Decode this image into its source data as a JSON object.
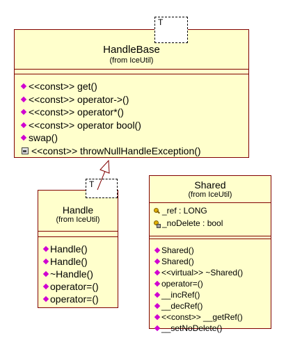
{
  "diagram": {
    "classes": {
      "handlebase": {
        "name": "HandleBase",
        "package": "(from IceUtil)",
        "template_param": "T",
        "operations": [
          {
            "icon": "operation-icon",
            "text": "<<const>> get()"
          },
          {
            "icon": "operation-icon",
            "text": "<<const>> operator->()"
          },
          {
            "icon": "operation-icon",
            "text": "<<const>> operator*()"
          },
          {
            "icon": "operation-icon",
            "text": "<<const>> operator bool()"
          },
          {
            "icon": "operation-icon",
            "text": "swap()"
          },
          {
            "icon": "protected-operation-icon",
            "text": "<<const>> throwNullHandleException()"
          }
        ]
      },
      "handle": {
        "name": "Handle",
        "package": "(from IceUtil)",
        "template_param": "T",
        "operations": [
          {
            "icon": "operation-icon",
            "text": "Handle()"
          },
          {
            "icon": "operation-icon",
            "text": "Handle()"
          },
          {
            "icon": "operation-icon",
            "text": "~Handle()"
          },
          {
            "icon": "operation-icon",
            "text": "operator=()"
          },
          {
            "icon": "operation-icon",
            "text": "operator=()"
          }
        ]
      },
      "shared": {
        "name": "Shared",
        "package": "(from IceUtil)",
        "attributes": [
          {
            "icon": "attribute-key-icon",
            "text": "_ref : LONG"
          },
          {
            "icon": "attribute-key-icon",
            "text": "_noDelete : bool"
          }
        ],
        "operations": [
          {
            "icon": "operation-icon",
            "text": "Shared()"
          },
          {
            "icon": "operation-icon",
            "text": "Shared()"
          },
          {
            "icon": "operation-icon",
            "text": "<<virtual>> ~Shared()"
          },
          {
            "icon": "operation-icon",
            "text": "operator=()"
          },
          {
            "icon": "operation-icon",
            "text": "__incRef()"
          },
          {
            "icon": "operation-icon",
            "text": "__decRef()"
          },
          {
            "icon": "operation-icon",
            "text": "<<const>> __getRef()"
          },
          {
            "icon": "operation-icon",
            "text": "__setNoDelete()"
          }
        ]
      }
    },
    "relationships": [
      {
        "type": "generalization",
        "from": "Handle",
        "to": "HandleBase"
      }
    ],
    "colors": {
      "class_fill": "#ffffcc",
      "class_border": "#800000",
      "operation_icon": "#d000d0",
      "inheritance_line": "#800000"
    }
  }
}
